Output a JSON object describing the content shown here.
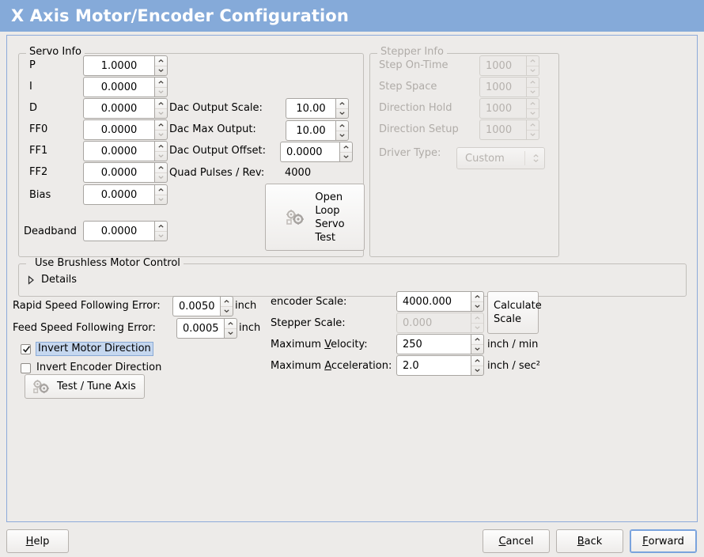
{
  "window": {
    "title": "X Axis Motor/Encoder Configuration",
    "title_bar_color": "#85aad9",
    "background_color": "#edebe9",
    "frame_border_color": "#8daada"
  },
  "servo_info": {
    "legend": "Servo Info",
    "fields": [
      {
        "label": "P",
        "value": "1.0000"
      },
      {
        "label": "I",
        "value": "0.0000"
      },
      {
        "label": "D",
        "value": "0.0000"
      },
      {
        "label": "FF0",
        "value": "0.0000"
      },
      {
        "label": "FF1",
        "value": "0.0000"
      },
      {
        "label": "FF2",
        "value": "0.0000"
      },
      {
        "label": "Bias",
        "value": "0.0000"
      },
      {
        "label": "Deadband",
        "value": "0.0000"
      }
    ],
    "dac": [
      {
        "label": "Dac Output Scale:",
        "value": "10.00"
      },
      {
        "label": "Dac Max Output:",
        "value": "10.00"
      },
      {
        "label": "Dac Output Offset:",
        "value": "0.0000"
      }
    ],
    "quad_pulses_label": "Quad Pulses / Rev:",
    "quad_pulses_value": "4000",
    "open_loop_button": {
      "line1": "Open",
      "line2": "Loop",
      "line3": "Servo",
      "line4": "Test",
      "icon": "gears-icon"
    }
  },
  "stepper_info": {
    "legend": "Stepper Info",
    "enabled": false,
    "fields": [
      {
        "label": "Step On-Time",
        "value": "1000"
      },
      {
        "label": "Step Space",
        "value": "1000"
      },
      {
        "label": "Direction Hold",
        "value": "1000"
      },
      {
        "label": "Direction Setup",
        "value": "1000"
      }
    ],
    "driver_type_label": "Driver Type:",
    "driver_type_value": "Custom"
  },
  "brushless": {
    "checkbox_label": "Use Brushless Motor Control",
    "checked": false,
    "details_label": "Details",
    "details_expanded": false
  },
  "tuning": {
    "rapid_following_error": {
      "label": "Rapid Speed Following Error:",
      "value": "0.0050",
      "unit": "inch"
    },
    "feed_following_error": {
      "label": "Feed Speed Following Error:",
      "value": "0.0005",
      "unit": "inch"
    },
    "invert_motor": {
      "label": "Invert Motor Direction",
      "checked": true,
      "focused": true
    },
    "invert_encoder": {
      "label": "Invert Encoder Direction",
      "checked": false
    },
    "test_tune_button": {
      "label": "Test / Tune Axis",
      "icon": "gears-icon"
    }
  },
  "scales": {
    "encoder_scale": {
      "label": "encoder Scale:",
      "value": "4000.000",
      "enabled": true
    },
    "stepper_scale": {
      "label": "Stepper Scale:",
      "value": "0.000",
      "enabled": false
    },
    "max_velocity": {
      "label_pre": "Maximum ",
      "label_mnemonic": "V",
      "label_post": "elocity:",
      "value": "250",
      "unit": "inch / min"
    },
    "max_acceleration": {
      "label_pre": "Maximum ",
      "label_mnemonic": "A",
      "label_post": "cceleration:",
      "value": "2.0",
      "unit": "inch / sec²"
    },
    "calculate_button": {
      "line1": "Calculate",
      "line2": "Scale"
    }
  },
  "actions": {
    "help": {
      "pre": "",
      "mnemonic": "H",
      "post": "elp"
    },
    "cancel": {
      "pre": "",
      "mnemonic": "C",
      "post": "ancel"
    },
    "back": {
      "pre": "",
      "mnemonic": "B",
      "post": "ack"
    },
    "forward": {
      "pre": "",
      "mnemonic": "F",
      "post": "orward",
      "focused": true
    }
  }
}
